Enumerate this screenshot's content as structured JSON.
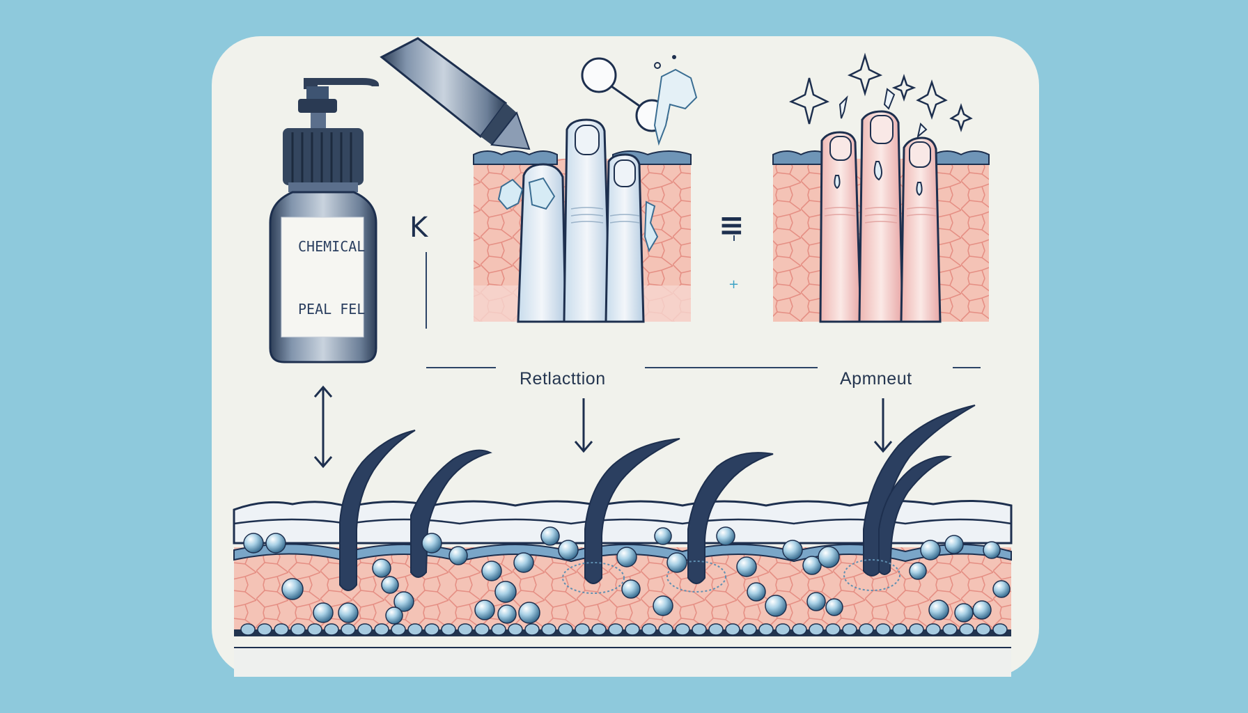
{
  "bottle": {
    "line1": "CHEMICAL",
    "line2": "PEAL FEL"
  },
  "captions": {
    "left": "Retlacttion",
    "right": "Apmneut"
  },
  "symbols": {
    "equals": "≡",
    "arrow_glyph": "K",
    "plus": "+"
  },
  "colors": {
    "background": "#8ec9dc",
    "card": "#f1f2ec",
    "ink": "#1d2f4e",
    "skin_pink": "#f2b7aa",
    "bead_blue": "#7fb3cf"
  }
}
